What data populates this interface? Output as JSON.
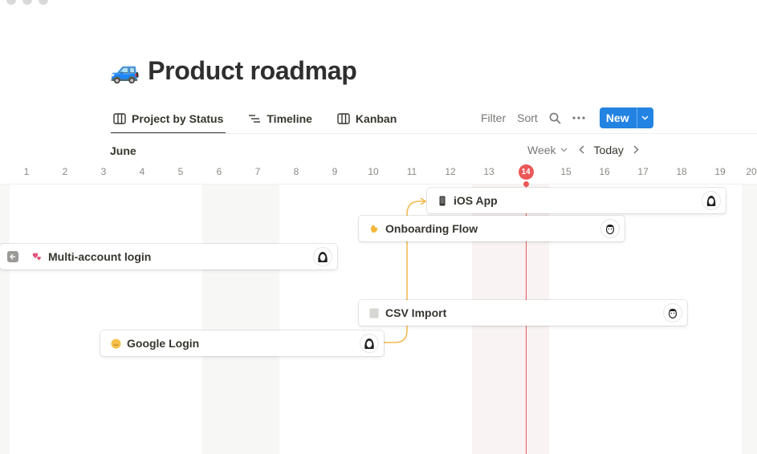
{
  "page": {
    "title": "Product roadmap",
    "title_icon": "car-icon"
  },
  "tabs": [
    {
      "label": "Project by Status",
      "icon": "table-icon",
      "active": true
    },
    {
      "label": "Timeline",
      "icon": "timeline-icon",
      "active": false
    },
    {
      "label": "Kanban",
      "icon": "board-icon",
      "active": false
    }
  ],
  "toolbar": {
    "filter_label": "Filter",
    "sort_label": "Sort",
    "search_icon": "search-icon",
    "more_icon": "more-icon",
    "new_label": "New",
    "new_button_color": "#2383e2"
  },
  "timeline": {
    "month": "June",
    "scale_label": "Week",
    "today_label": "Today",
    "days": [
      "1",
      "2",
      "3",
      "4",
      "5",
      "6",
      "7",
      "8",
      "9",
      "10",
      "11",
      "12",
      "13",
      "14",
      "15",
      "16",
      "17",
      "18",
      "19",
      "20"
    ],
    "today_day": "14",
    "today_color": "#eb5757"
  },
  "items": [
    {
      "name": "iOS App",
      "icon": "mobile-phone-icon"
    },
    {
      "name": "Onboarding Flow",
      "icon": "waving-hand-icon"
    },
    {
      "name": "Multi-account login",
      "icon": "two-hearts-icon"
    },
    {
      "name": "CSV Import",
      "icon": "page-icon"
    },
    {
      "name": "Google Login",
      "icon": "smiley-icon"
    }
  ],
  "dependency_color": "#f2b84b"
}
